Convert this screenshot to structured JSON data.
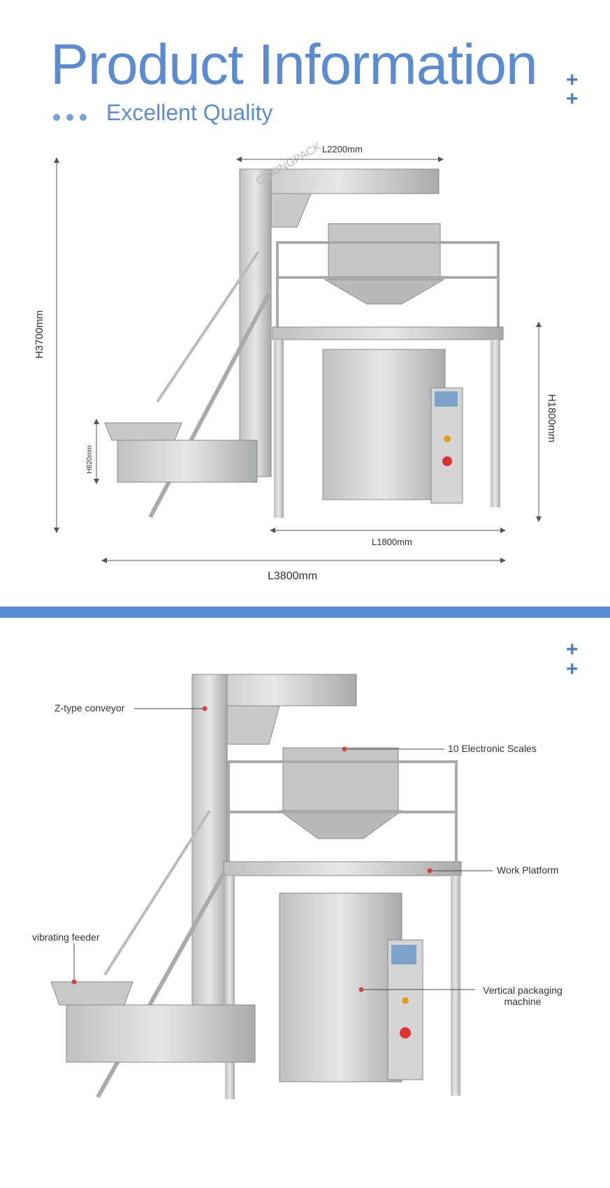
{
  "header": {
    "title": "Product Information",
    "subtitle": "Excellent Quality",
    "plus_icon": "plus-icon"
  },
  "dimensions": {
    "top_length": "L2200mm",
    "total_height": "H3700mm",
    "feeder_height": "H820mm",
    "platform_height": "H1800mm",
    "platform_length": "L1800mm",
    "total_length": "L3800mm"
  },
  "watermark": "CNKINGPACK",
  "callouts": {
    "z_conveyor": "Z-type conveyor",
    "scales": "10 Electronic Scales",
    "platform": "Work Platform",
    "feeder": "vibrating feeder",
    "vffs_line1": "Vertical packaging",
    "vffs_line2": "machine"
  },
  "colors": {
    "accent": "#558ad4",
    "callout_dot": "#d9433a"
  }
}
